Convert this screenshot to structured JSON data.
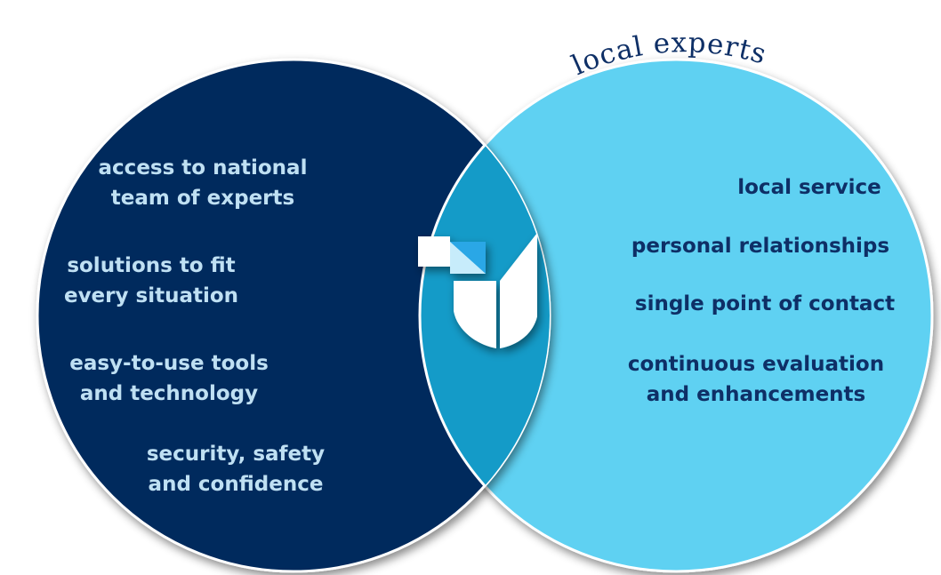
{
  "diagram": {
    "left_circle": {
      "title": "national network",
      "fill": "#022b5d",
      "items": [
        "access to national team of experts",
        "solutions to fit every situation",
        "easy-to-use tools and technology",
        "security, safety and confidence"
      ]
    },
    "right_circle": {
      "title": "local experts",
      "fill": "#5ed1f2",
      "items": [
        "local service",
        "personal relationships",
        "single point of contact",
        "continuous evaluation and enhancements"
      ]
    },
    "overlap_fill": "#149bc8",
    "center_logo": "brand-logo-icon"
  }
}
